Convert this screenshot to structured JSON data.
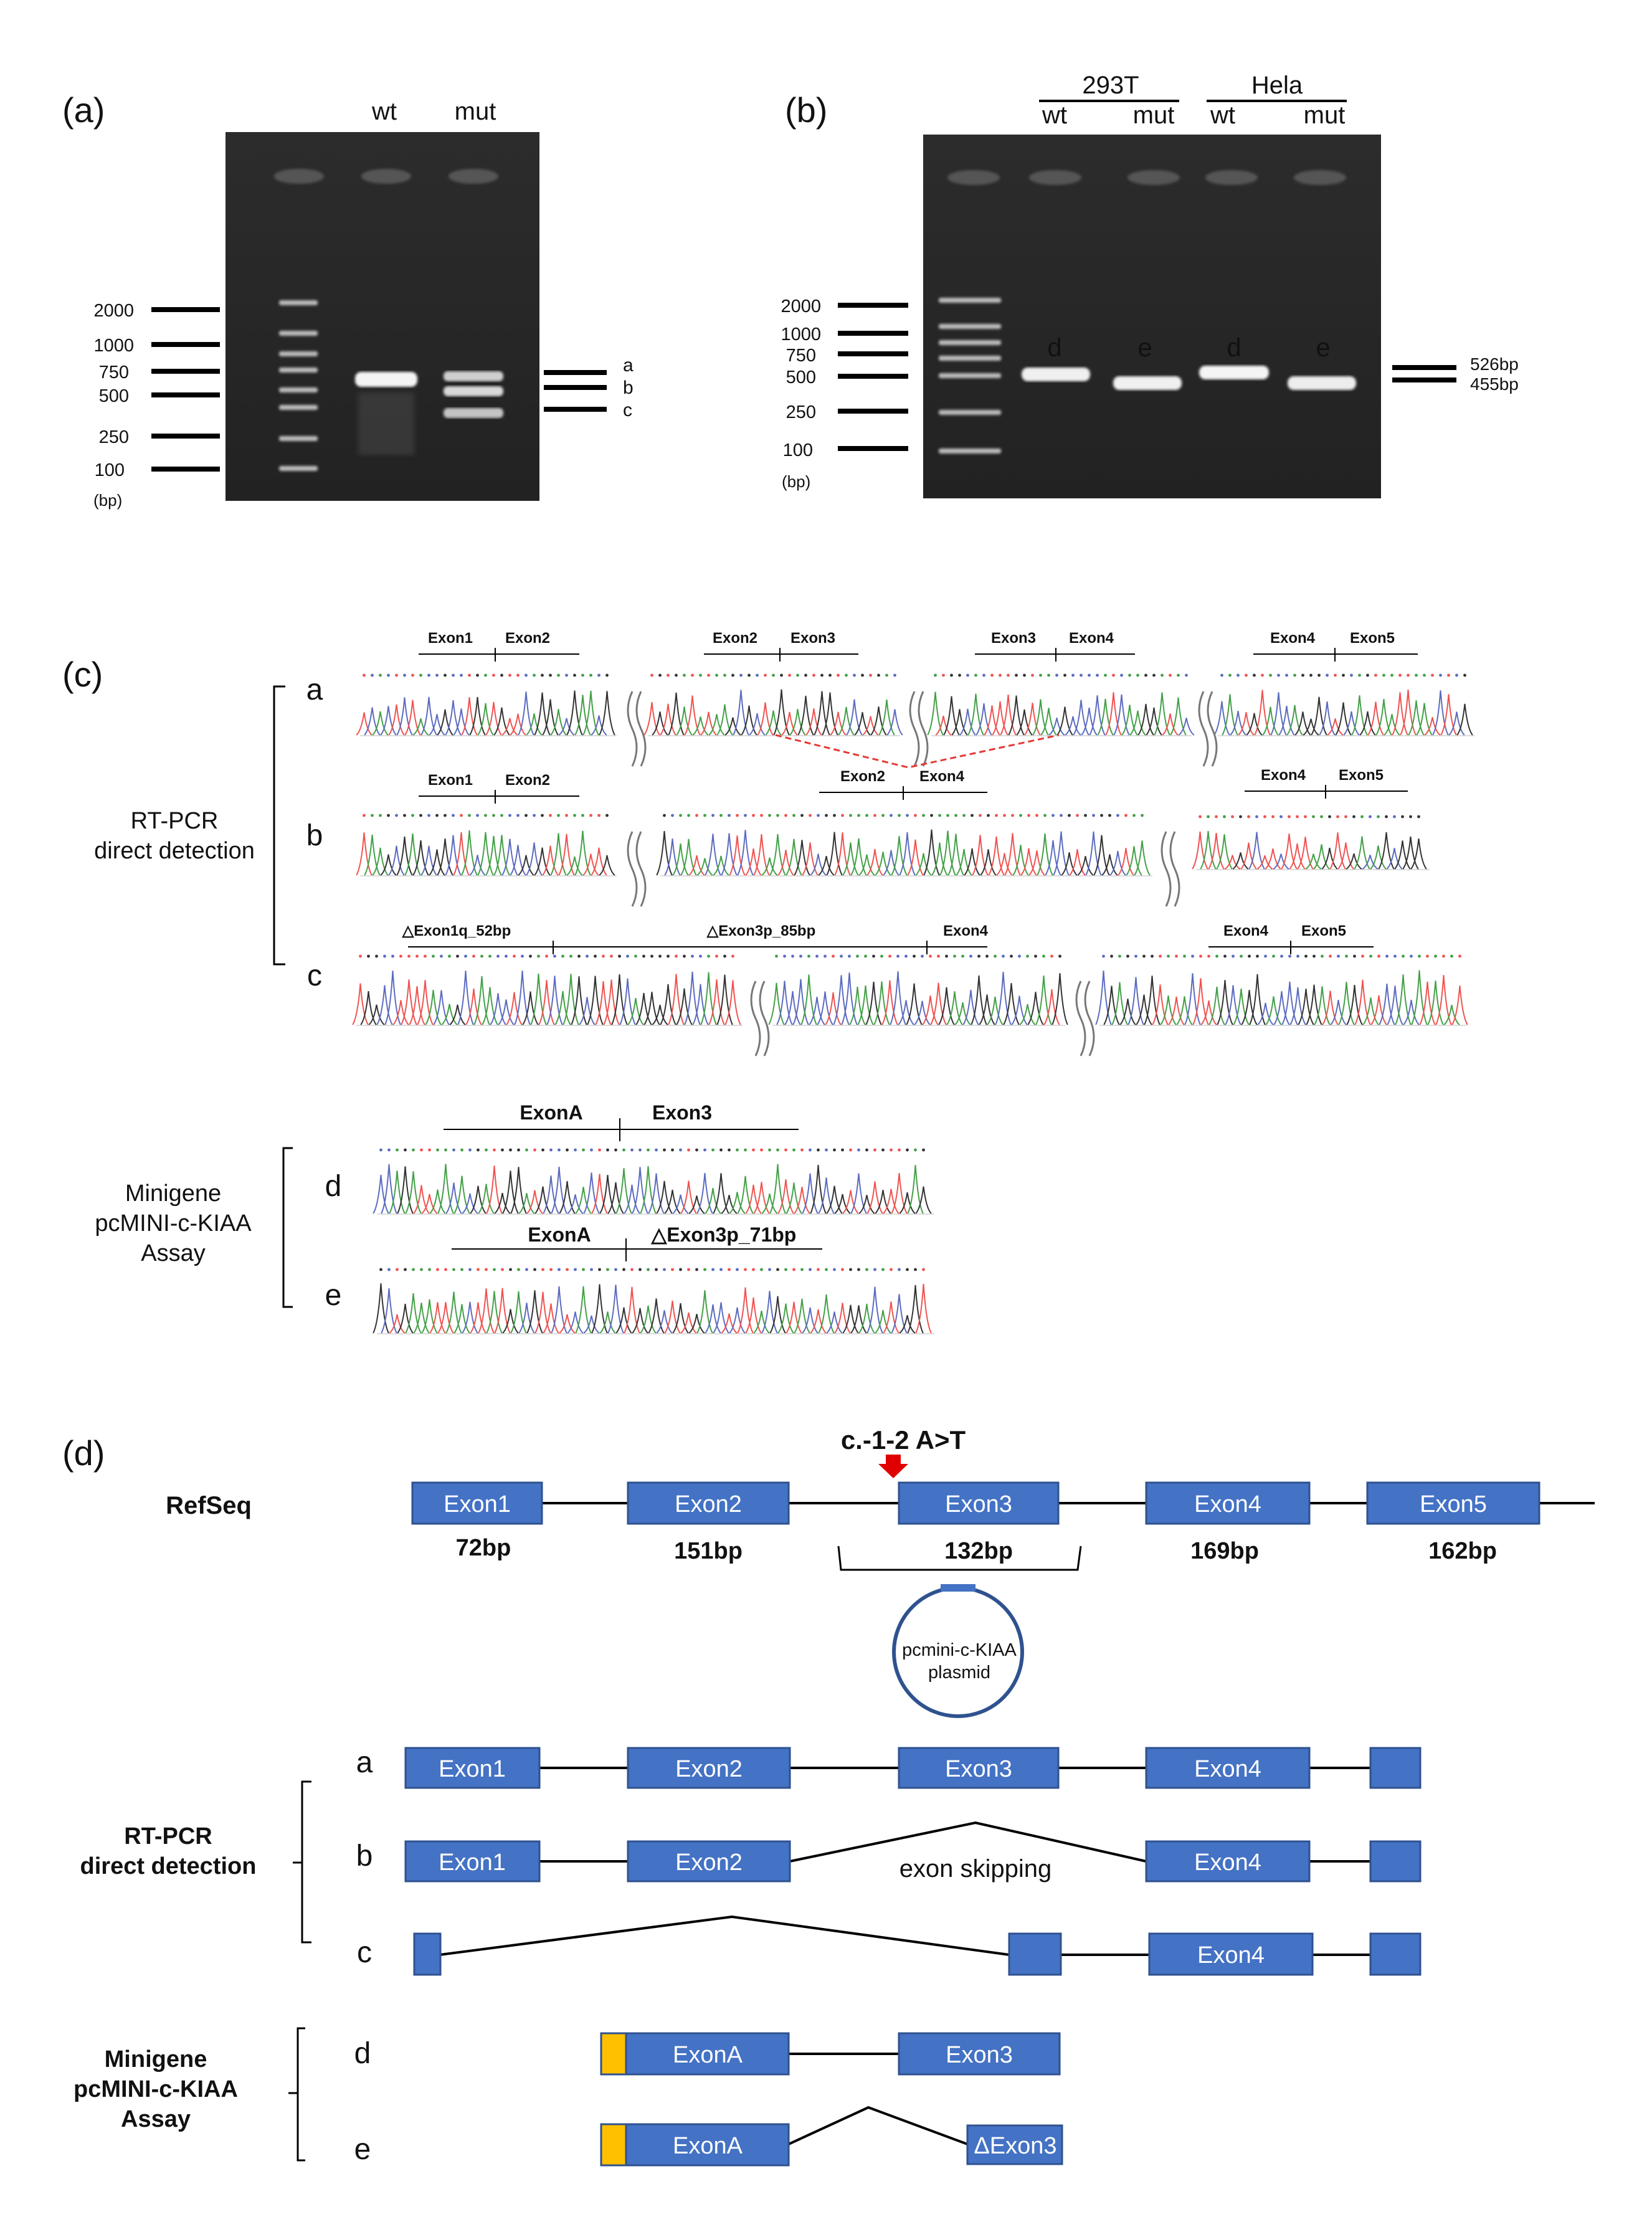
{
  "panel_a": {
    "label": "(a)",
    "lanes": [
      "wt",
      "mut"
    ],
    "ladder": [
      "2000",
      "1000",
      "750",
      "500",
      "250",
      "100"
    ],
    "unit": "(bp)",
    "bands": [
      "a",
      "b",
      "c"
    ]
  },
  "panel_b": {
    "label": "(b)",
    "groups": [
      "293T",
      "Hela"
    ],
    "lanes": [
      "wt",
      "mut",
      "wt",
      "mut"
    ],
    "lane_marks": [
      "d",
      "e",
      "d",
      "e"
    ],
    "ladder": [
      "2000",
      "1000",
      "750",
      "500",
      "250",
      "100"
    ],
    "unit": "(bp)",
    "sizes": [
      "526bp",
      "455bp"
    ]
  },
  "panel_c": {
    "label": "(c)",
    "rt_pcr_label": [
      "RT-PCR",
      "direct detection"
    ],
    "minigene_label": [
      "Minigene",
      "pcMINI-c-KIAA",
      "Assay"
    ],
    "rows": [
      "a",
      "b",
      "c",
      "d",
      "e"
    ],
    "row_a_junctions": [
      [
        "Exon1",
        "Exon2"
      ],
      [
        "Exon2",
        "Exon3"
      ],
      [
        "Exon3",
        "Exon4"
      ],
      [
        "Exon4",
        "Exon5"
      ]
    ],
    "row_b_junctions": [
      [
        "Exon1",
        "Exon2"
      ],
      [
        "Exon2",
        "Exon4"
      ],
      [
        "Exon4",
        "Exon5"
      ]
    ],
    "row_c_labels": [
      "△Exon1q_52bp",
      "△Exon3p_85bp",
      "Exon4",
      "Exon4",
      "Exon5"
    ],
    "row_d_labels": [
      "ExonA",
      "Exon3"
    ],
    "row_e_labels": [
      "ExonA",
      "△Exon3p_71bp"
    ]
  },
  "panel_d": {
    "label": "(d)",
    "mutation": "c.-1-2 A>T",
    "refseq_label": "RefSeq",
    "exons": [
      "Exon1",
      "Exon2",
      "Exon3",
      "Exon4",
      "Exon5"
    ],
    "exon_sizes": [
      "72bp",
      "151bp",
      "132bp",
      "169bp",
      "162bp"
    ],
    "plasmid": [
      "pcmini-c-KIAA",
      "plasmid"
    ],
    "rt_pcr_label": [
      "RT-PCR",
      "direct detection"
    ],
    "minigene_label": [
      "Minigene",
      "pcMINI-c-KIAA",
      "Assay"
    ],
    "rows": [
      "a",
      "b",
      "c",
      "d",
      "e"
    ],
    "exon_skipping": "exon skipping",
    "exonA": "ExonA",
    "delta_exon3": "ΔExon3"
  },
  "colors": {
    "exon_fill": "#4472c4",
    "exon_stroke": "#2f528f",
    "minigene_tag": "#ffc000",
    "arrow": "#e00000",
    "gel_bg": "#2b2b2b",
    "trace_red": "#ef5350",
    "trace_green": "#43a047",
    "trace_blue": "#5c6bc0",
    "trace_black": "#333333"
  }
}
